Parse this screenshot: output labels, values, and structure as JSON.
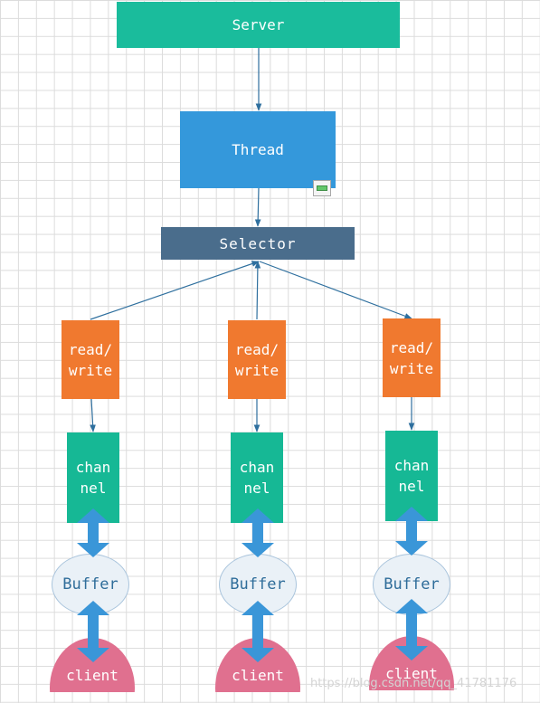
{
  "nodes": {
    "server": "Server",
    "thread": "Thread",
    "selector": "Selector"
  },
  "columns": [
    {
      "read_write": "read/\nwrite",
      "channel": "chan\nnel",
      "buffer": "Buffer",
      "client": "client"
    },
    {
      "read_write": "read/\nwrite",
      "channel": "chan\nnel",
      "buffer": "Buffer",
      "client": "client"
    },
    {
      "read_write": "read/\nwrite",
      "channel": "chan\nnel",
      "buffer": "Buffer",
      "client": "client"
    }
  ],
  "colors": {
    "server": "#1abc9c",
    "thread": "#3498db",
    "selector": "#4a6d8c",
    "read_write": "#f0792f",
    "channel": "#16b895",
    "buffer_fill": "#eaf1f7",
    "client": "#e0708f",
    "connector": "#2e6f9e",
    "double_arrow": "#3a96d8"
  },
  "watermark": "https://blog.csdn.net/qq_41781176"
}
